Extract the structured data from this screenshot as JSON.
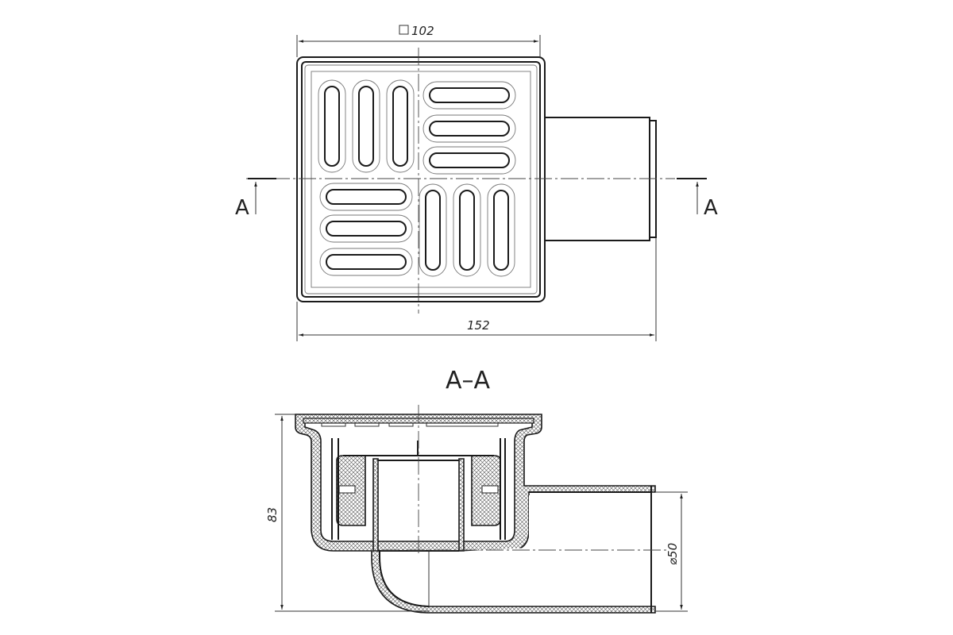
{
  "drawing": {
    "top_view": {
      "dim_width_symbol": "square",
      "dim_width": "102",
      "dim_length": "152",
      "section_mark_left": "A",
      "section_mark_right": "A"
    },
    "section_view": {
      "title": "A–A",
      "dim_height": "83",
      "dim_diameter": "⌀50"
    }
  }
}
